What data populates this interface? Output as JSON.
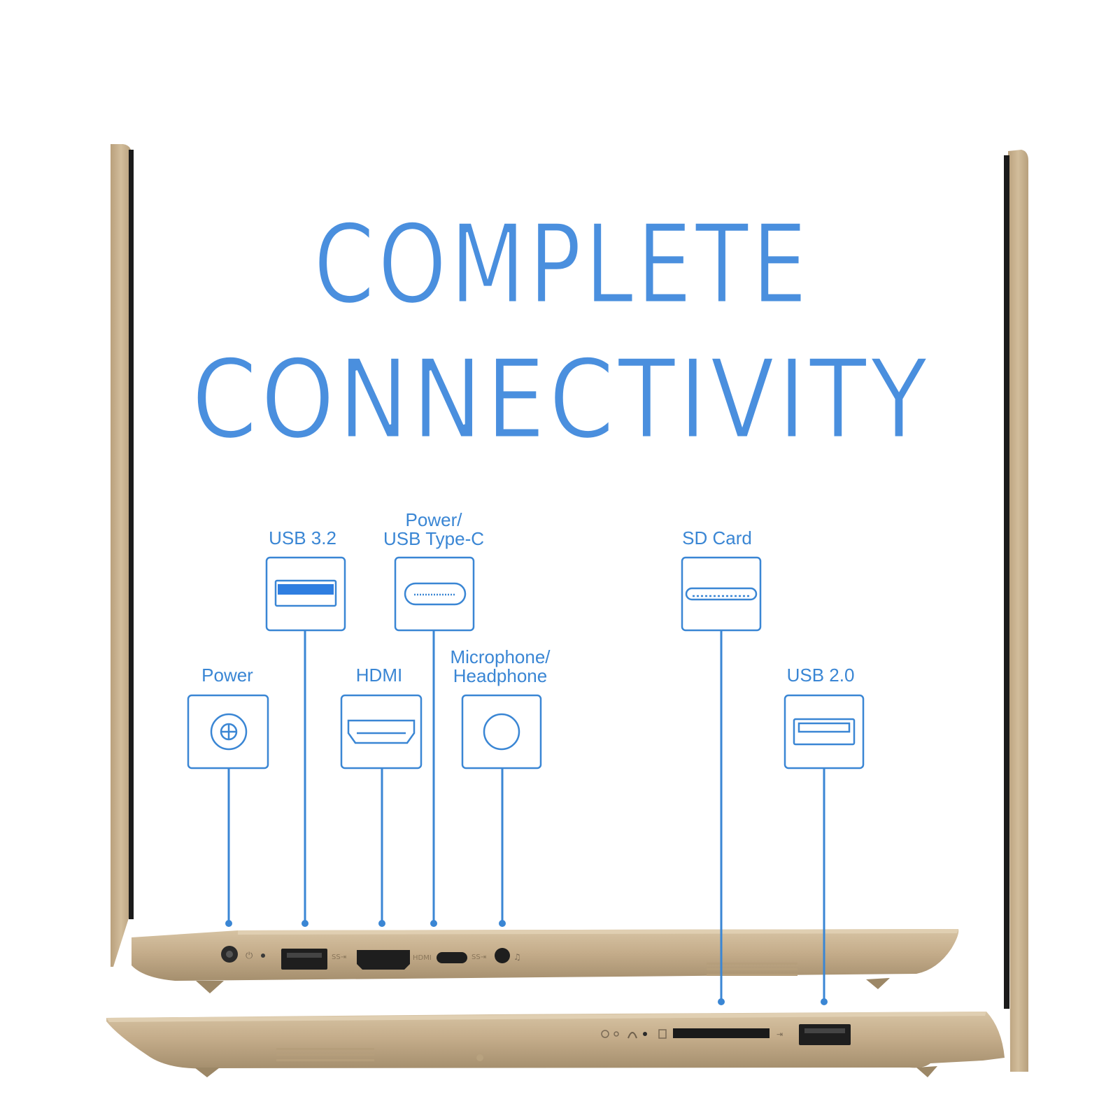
{
  "headline": {
    "line_1": "COMPLETE",
    "line_2": "CONNECTIVITY"
  },
  "ports": [
    {
      "id": "power",
      "label_line_1": "Power",
      "label_line_2": "",
      "icon": "dc-power-jack-icon"
    },
    {
      "id": "usb-3-2",
      "label_line_1": "USB 3.2",
      "label_line_2": "",
      "icon": "usb-a-superspeed-icon"
    },
    {
      "id": "hdmi",
      "label_line_1": "HDMI",
      "label_line_2": "",
      "icon": "hdmi-port-icon"
    },
    {
      "id": "usb-type-c",
      "label_line_1": "Power/",
      "label_line_2": "USB Type-C",
      "icon": "usb-c-port-icon"
    },
    {
      "id": "audio",
      "label_line_1": "Microphone/",
      "label_line_2": "Headphone",
      "icon": "audio-jack-icon"
    },
    {
      "id": "sd-card",
      "label_line_1": "SD Card",
      "label_line_2": "",
      "icon": "sd-card-slot-icon"
    },
    {
      "id": "usb-2-0",
      "label_line_1": "USB 2.0",
      "label_line_2": "",
      "icon": "usb-a-icon"
    }
  ],
  "chassis_markings": {
    "hdmi_mark": "HDMI"
  },
  "colors": {
    "accent_blue": "#3a86d4",
    "usb3_fill": "#2f7ee0",
    "chassis_gold": "#c7b08f",
    "chassis_dark": "#a58f6e",
    "bezel_black": "#1b1b1b",
    "background": "#ffffff"
  }
}
